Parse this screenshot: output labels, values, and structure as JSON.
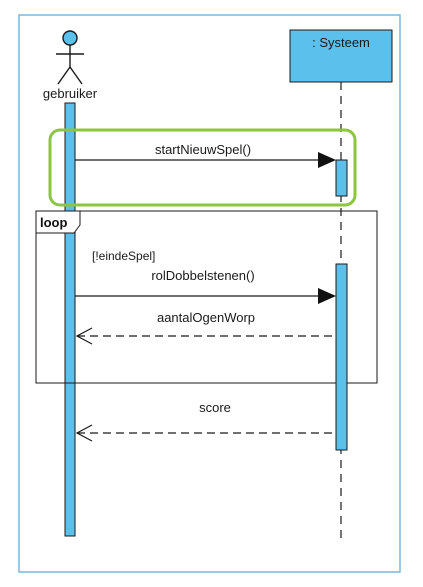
{
  "diagram": {
    "actor": {
      "name": "gebruiker"
    },
    "object": {
      "name": ": Systeem"
    },
    "messages": [
      {
        "label": "startNieuwSpel()",
        "kind": "call"
      },
      {
        "label": "rolDobbelstenen()",
        "kind": "call"
      },
      {
        "label": "aantalOgenWorp",
        "kind": "return"
      },
      {
        "label": "score",
        "kind": "return"
      }
    ],
    "fragment": {
      "operator": "loop",
      "guard": "[!eindeSpel]"
    },
    "colors": {
      "lifeline_fill": "#5bc0eb",
      "object_fill": "#5bc0eb",
      "highlight": "#8cc63f",
      "frame": "#7fb7d9"
    }
  }
}
